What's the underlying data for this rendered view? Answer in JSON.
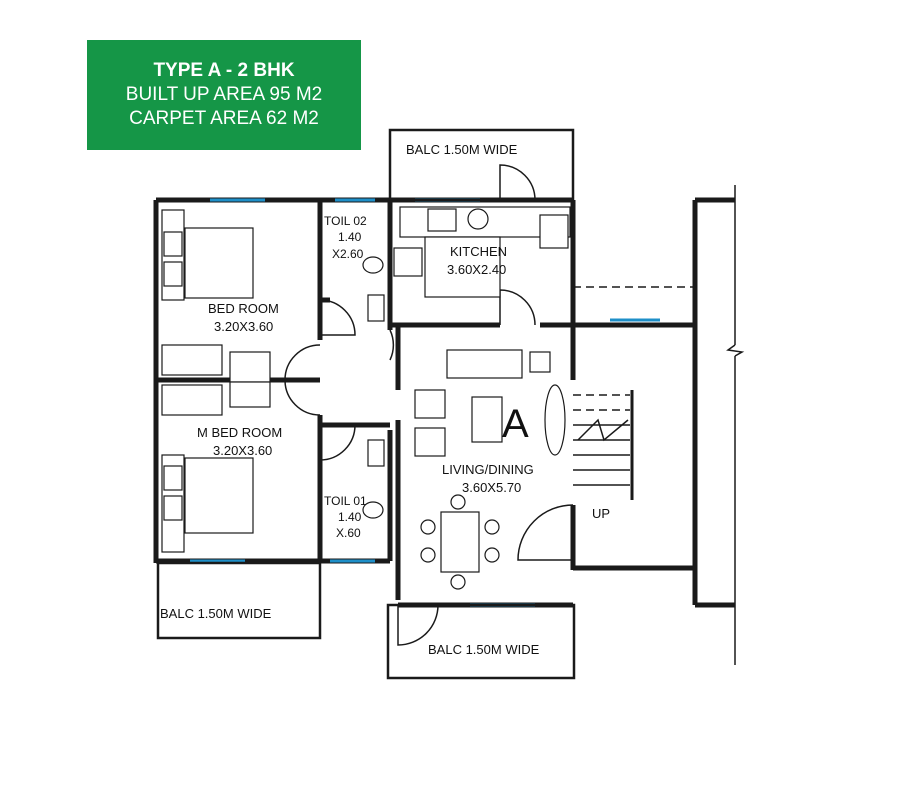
{
  "banner": {
    "type": "TYPE A - 2 BHK",
    "built_up": "BUILT UP AREA 95 M2",
    "carpet": "CARPET AREA 62 M2",
    "color": "#159647"
  },
  "rooms": {
    "bed_room": {
      "name": "BED ROOM",
      "size": "3.20X3.60"
    },
    "m_bed_room": {
      "name": "M BED ROOM",
      "size": "3.20X3.60"
    },
    "kitchen": {
      "name": "KITCHEN",
      "size": "3.60X2.40"
    },
    "living": {
      "name": "LIVING/DINING",
      "size": "3.60X5.70"
    },
    "toil_02": {
      "name": "TOIL 02",
      "l1": "1.40",
      "l2": "X2.60"
    },
    "toil_01": {
      "name": "TOIL 01",
      "l1": "1.40",
      "l2": "X.60"
    }
  },
  "balconies": {
    "top": "BALC 1.50M WIDE",
    "bottom_left": "BALC 1.50M WIDE",
    "bottom_right": "BALC 1.50M WIDE"
  },
  "unit_letter": "A",
  "stair_label": "UP",
  "colors": {
    "wall": "#1a1a1a",
    "window": "#1e8fc8"
  }
}
